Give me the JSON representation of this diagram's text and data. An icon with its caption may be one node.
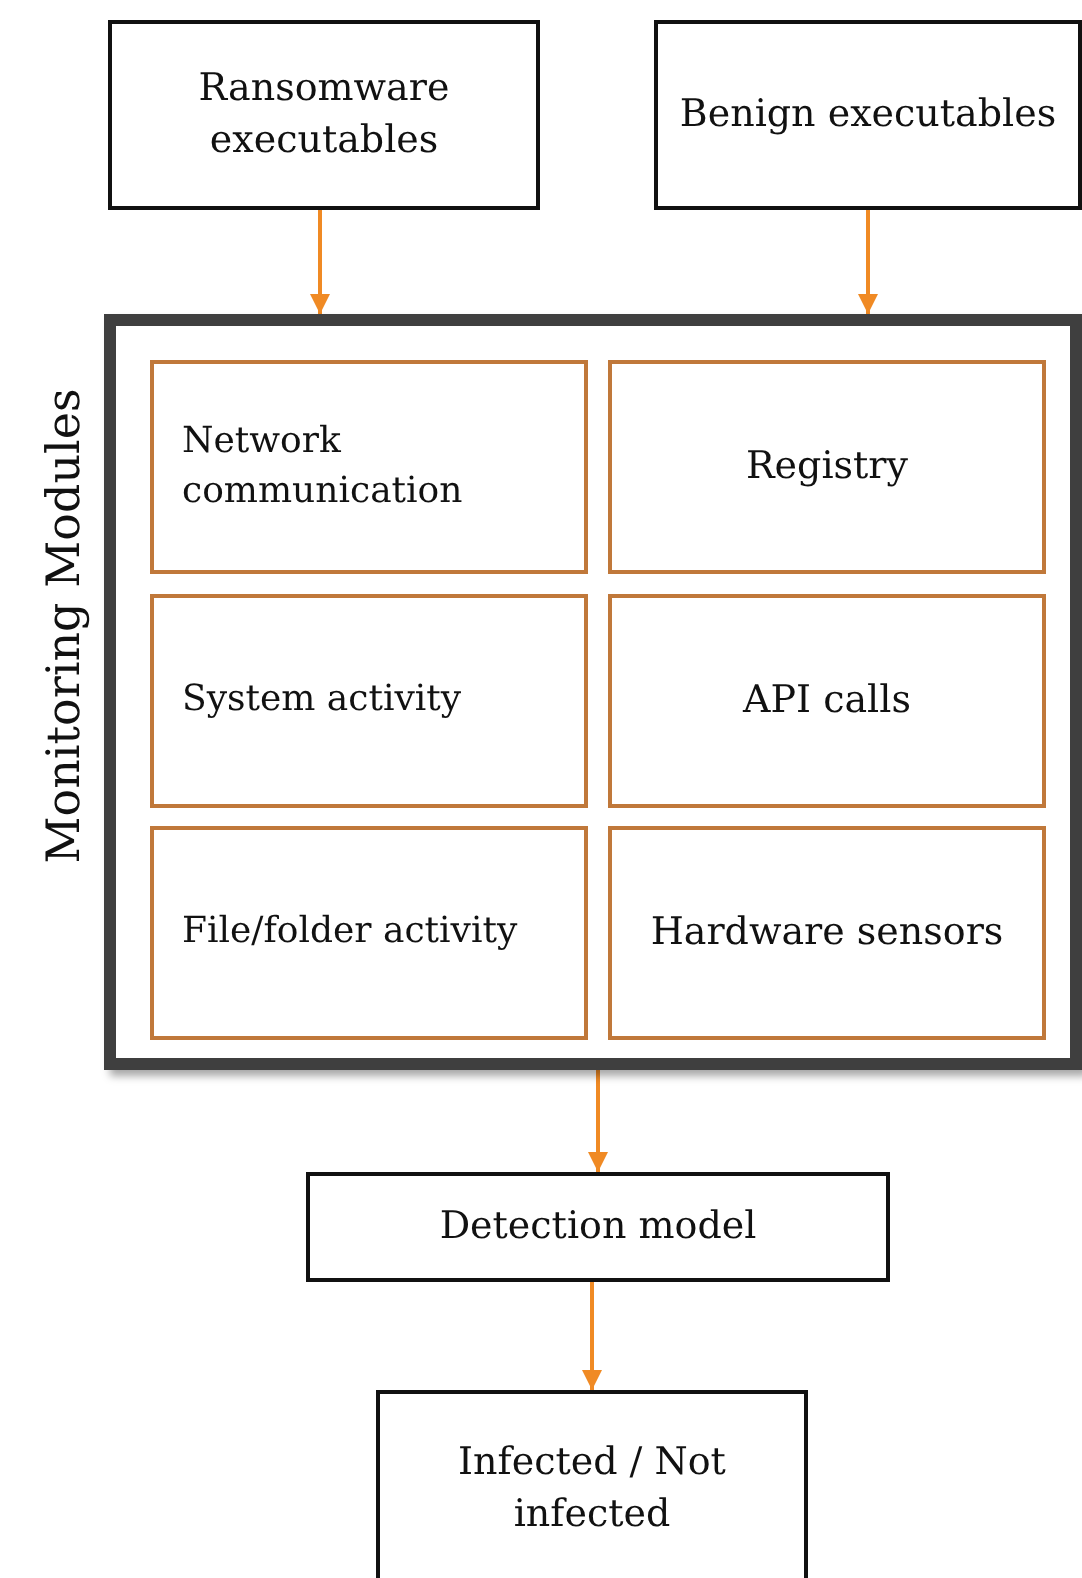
{
  "diagram": {
    "nodes": [
      {
        "text": [
          "Ransomware executables"
        ]
      },
      {
        "text": [
          "Benign executables"
        ]
      },
      {
        "text": [
          "Monitoring Modules"
        ]
      },
      {
        "text": [
          "Network communication"
        ],
        "in": 2
      },
      {
        "text": [
          "Registry"
        ],
        "in": 2
      },
      {
        "text": [
          "System activity"
        ],
        "in": 2
      },
      {
        "text": [
          "API calls"
        ],
        "in": 2
      },
      {
        "text": [
          "File/folder activity"
        ],
        "in": 2
      },
      {
        "text": [
          "Hardware sensors"
        ],
        "in": 2
      },
      {
        "text": [
          "Detection model"
        ]
      },
      {
        "text": [
          "Infected / Not infected"
        ]
      }
    ],
    "edges": [
      {
        "from": 0,
        "to": 2,
        "arrow": "to"
      },
      {
        "from": 1,
        "to": 2,
        "arrow": "to"
      },
      {
        "from": 2,
        "to": 9,
        "arrow": "to"
      },
      {
        "from": 9,
        "to": 10,
        "arrow": "to"
      }
    ]
  }
}
